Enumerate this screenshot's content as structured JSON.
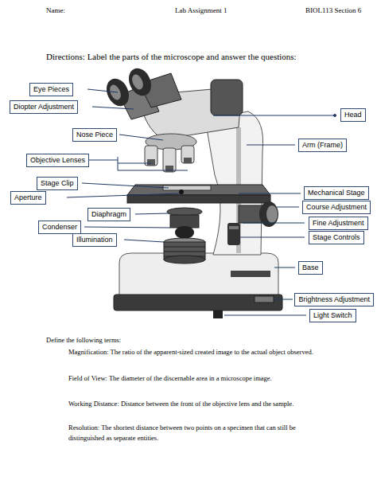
{
  "diagram": {
    "nodes": [
      {
        "text": [
          "Eye Pieces"
        ]
      },
      {
        "text": [
          "Diopter Adjustment"
        ]
      },
      {
        "text": [
          "Head"
        ]
      },
      {
        "text": [
          "Nose Piece"
        ]
      },
      {
        "text": [
          "Arm (Frame)"
        ]
      },
      {
        "text": [
          "Objective Lenses"
        ]
      },
      {
        "text": [
          "Stage Clip"
        ]
      },
      {
        "text": [
          "Aperture"
        ]
      },
      {
        "text": [
          "Mechanical Stage"
        ]
      },
      {
        "text": [
          "Course Adjustment"
        ]
      },
      {
        "text": [
          "Diaphragm"
        ]
      },
      {
        "text": [
          "Fine Adjustment"
        ]
      },
      {
        "text": [
          "Condenser"
        ]
      },
      {
        "text": [
          "Illumination"
        ]
      },
      {
        "text": [
          "Stage Controls"
        ]
      },
      {
        "text": [
          "Base"
        ]
      },
      {
        "text": [
          "Brightness Adjustment"
        ]
      },
      {
        "text": [
          "Light Switch"
        ]
      }
    ],
    "labels": [
      "Name:",
      "Lab Assignment 1",
      "BIOL113 Section 6",
      "Directions: Label the parts of the microscope and answer the questions:",
      "Define the following terms:",
      "Magnification: The ratio of the apparent-sized created image to the actual object observed.",
      "Field of View: The diameter of the discernable area in a microscope image.",
      "Working Distance: Distance between the front of the objective lens and the sample.",
      "Resolution: The shortest distance between two points on a specimen that can still be distinguished as separate entities."
    ]
  }
}
